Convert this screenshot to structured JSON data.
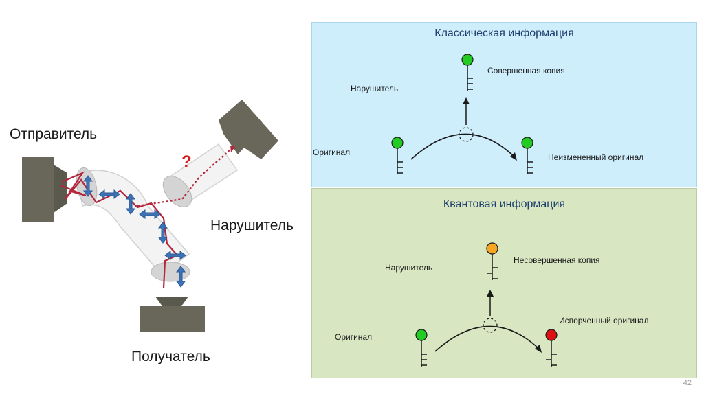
{
  "left_diagram": {
    "sender_label": "Отправитель",
    "eavesdropper_label": "Нарушитель",
    "receiver_label": "Получатель",
    "question_mark": "?"
  },
  "classical": {
    "title": "Классическая информация",
    "eavesdropper": "Нарушитель",
    "perfect_copy": "Совершенная копия",
    "original": "Оригинал",
    "unchanged_original": "Неизмененный оригинал"
  },
  "quantum": {
    "title": "Квантовая информация",
    "eavesdropper": "Нарушитель",
    "imperfect_copy": "Несовершенная копия",
    "original": "Оригинал",
    "damaged_original": "Испорченный оригинал"
  },
  "page_number": "42",
  "colors": {
    "classical_bg": "#cfeefc",
    "quantum_bg": "#d8e6c2",
    "key_green": "#22cc22",
    "key_orange": "#f5a623",
    "key_red": "#dd1111",
    "photon_path": "#b3263b",
    "polarization_arrows": "#3d73b5",
    "device": "#6b6b5a"
  }
}
